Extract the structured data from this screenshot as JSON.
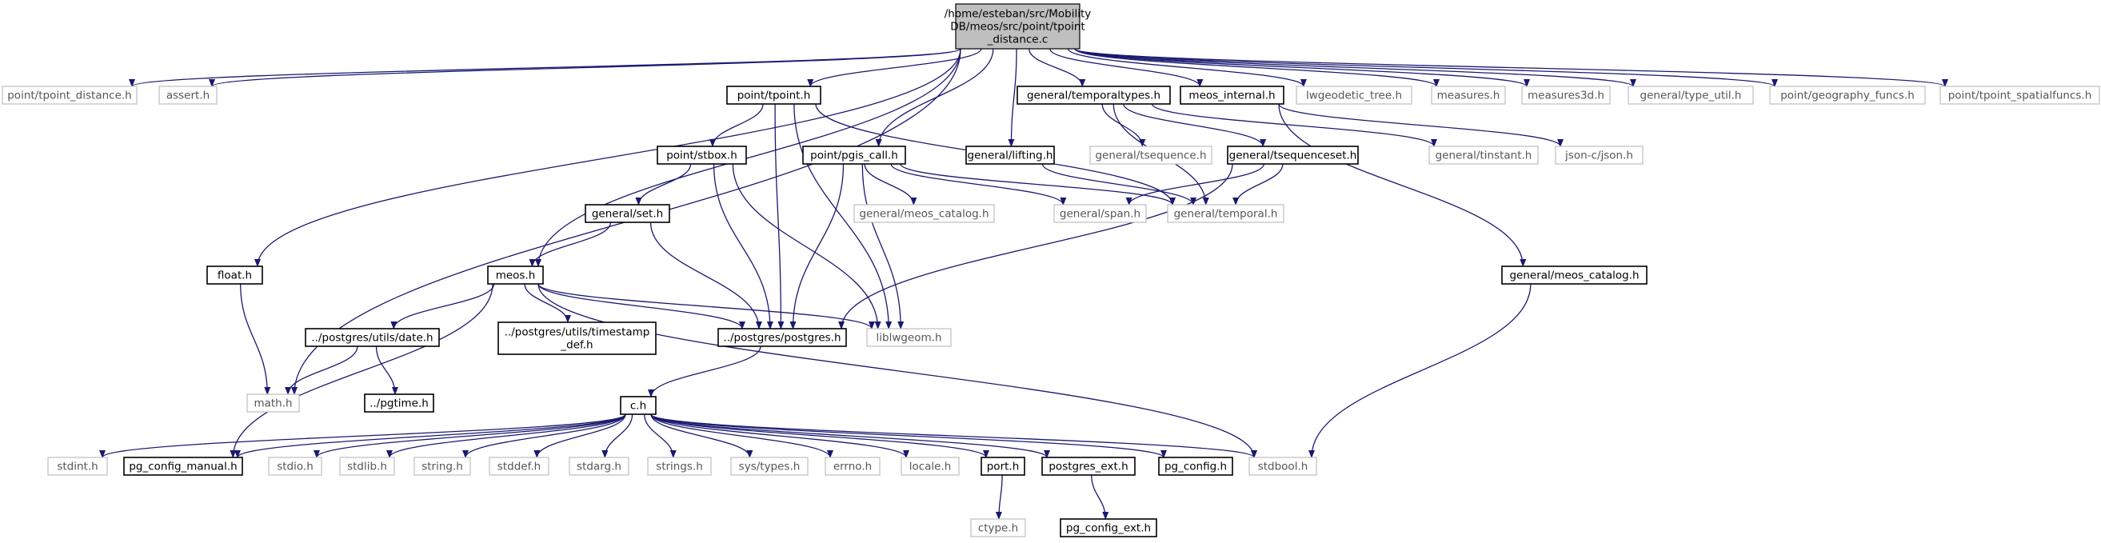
{
  "graph": {
    "nodes": [
      {
        "id": "root",
        "lines": [
          "/home/esteban/src/Mobility",
          "DB/meos/src/point/tpoint",
          "_distance.c"
        ],
        "style": "root"
      },
      {
        "id": "tpoint_distance_h",
        "lines": [
          "point/tpoint_distance.h"
        ],
        "style": "missing"
      },
      {
        "id": "assert_h",
        "lines": [
          "assert.h"
        ],
        "style": "missing"
      },
      {
        "id": "tpoint_h",
        "lines": [
          "point/tpoint.h"
        ],
        "style": "normal"
      },
      {
        "id": "temporaltypes_h",
        "lines": [
          "general/temporaltypes.h"
        ],
        "style": "normal"
      },
      {
        "id": "meos_internal_h",
        "lines": [
          "meos_internal.h"
        ],
        "style": "normal"
      },
      {
        "id": "lwgeodetic_tree_h",
        "lines": [
          "lwgeodetic_tree.h"
        ],
        "style": "missing"
      },
      {
        "id": "measures_h",
        "lines": [
          "measures.h"
        ],
        "style": "missing"
      },
      {
        "id": "measures3d_h",
        "lines": [
          "measures3d.h"
        ],
        "style": "missing"
      },
      {
        "id": "type_util_h",
        "lines": [
          "general/type_util.h"
        ],
        "style": "missing"
      },
      {
        "id": "geography_funcs_h",
        "lines": [
          "point/geography_funcs.h"
        ],
        "style": "missing"
      },
      {
        "id": "tpoint_spatialfuncs_h",
        "lines": [
          "point/tpoint_spatialfuncs.h"
        ],
        "style": "missing"
      },
      {
        "id": "stbox_h",
        "lines": [
          "point/stbox.h"
        ],
        "style": "normal"
      },
      {
        "id": "pgis_call_h",
        "lines": [
          "point/pgis_call.h"
        ],
        "style": "normal"
      },
      {
        "id": "lifting_h",
        "lines": [
          "general/lifting.h"
        ],
        "style": "normal"
      },
      {
        "id": "tsequence_h",
        "lines": [
          "general/tsequence.h"
        ],
        "style": "missing"
      },
      {
        "id": "tsequenceset_h",
        "lines": [
          "general/tsequenceset.h"
        ],
        "style": "normal"
      },
      {
        "id": "tinstant_h",
        "lines": [
          "general/tinstant.h"
        ],
        "style": "missing"
      },
      {
        "id": "json_h",
        "lines": [
          "json-c/json.h"
        ],
        "style": "missing"
      },
      {
        "id": "set_h",
        "lines": [
          "general/set.h"
        ],
        "style": "normal"
      },
      {
        "id": "meos_catalog_h_gray",
        "lines": [
          "general/meos_catalog.h"
        ],
        "style": "missing"
      },
      {
        "id": "span_h",
        "lines": [
          "general/span.h"
        ],
        "style": "missing"
      },
      {
        "id": "temporal_h",
        "lines": [
          "general/temporal.h"
        ],
        "style": "missing"
      },
      {
        "id": "float_h",
        "lines": [
          "float.h"
        ],
        "style": "normal"
      },
      {
        "id": "meos_h",
        "lines": [
          "meos.h"
        ],
        "style": "normal"
      },
      {
        "id": "meos_catalog_h",
        "lines": [
          "general/meos_catalog.h"
        ],
        "style": "normal"
      },
      {
        "id": "date_h",
        "lines": [
          "../postgres/utils/date.h"
        ],
        "style": "normal"
      },
      {
        "id": "timestamp_def_h",
        "lines": [
          "../postgres/utils/timestamp",
          "_def.h"
        ],
        "style": "normal"
      },
      {
        "id": "postgres_h",
        "lines": [
          "../postgres/postgres.h"
        ],
        "style": "normal"
      },
      {
        "id": "liblwgeom_h",
        "lines": [
          "liblwgeom.h"
        ],
        "style": "missing"
      },
      {
        "id": "math_h",
        "lines": [
          "math.h"
        ],
        "style": "missing"
      },
      {
        "id": "pgtime_h",
        "lines": [
          "../pgtime.h"
        ],
        "style": "normal"
      },
      {
        "id": "c_h",
        "lines": [
          "c.h"
        ],
        "style": "normal"
      },
      {
        "id": "stdint_h",
        "lines": [
          "stdint.h"
        ],
        "style": "missing"
      },
      {
        "id": "pg_config_manual_h",
        "lines": [
          "pg_config_manual.h"
        ],
        "style": "normal"
      },
      {
        "id": "stdio_h",
        "lines": [
          "stdio.h"
        ],
        "style": "missing"
      },
      {
        "id": "stdlib_h",
        "lines": [
          "stdlib.h"
        ],
        "style": "missing"
      },
      {
        "id": "string_h",
        "lines": [
          "string.h"
        ],
        "style": "missing"
      },
      {
        "id": "stddef_h",
        "lines": [
          "stddef.h"
        ],
        "style": "missing"
      },
      {
        "id": "stdarg_h",
        "lines": [
          "stdarg.h"
        ],
        "style": "missing"
      },
      {
        "id": "strings_h",
        "lines": [
          "strings.h"
        ],
        "style": "missing"
      },
      {
        "id": "sys_types_h",
        "lines": [
          "sys/types.h"
        ],
        "style": "missing"
      },
      {
        "id": "errno_h",
        "lines": [
          "errno.h"
        ],
        "style": "missing"
      },
      {
        "id": "locale_h",
        "lines": [
          "locale.h"
        ],
        "style": "missing"
      },
      {
        "id": "port_h",
        "lines": [
          "port.h"
        ],
        "style": "normal"
      },
      {
        "id": "postgres_ext_h",
        "lines": [
          "postgres_ext.h"
        ],
        "style": "normal"
      },
      {
        "id": "pg_config_h",
        "lines": [
          "pg_config.h"
        ],
        "style": "normal"
      },
      {
        "id": "stdbool_h",
        "lines": [
          "stdbool.h"
        ],
        "style": "missing"
      },
      {
        "id": "ctype_h",
        "lines": [
          "ctype.h"
        ],
        "style": "missing"
      },
      {
        "id": "pg_config_ext_h",
        "lines": [
          "pg_config_ext.h"
        ],
        "style": "normal"
      }
    ],
    "edges": [
      [
        "root",
        "tpoint_distance_h"
      ],
      [
        "root",
        "assert_h"
      ],
      [
        "root",
        "float_h"
      ],
      [
        "root",
        "math_h"
      ],
      [
        "root",
        "meos_h"
      ],
      [
        "root",
        "tpoint_h"
      ],
      [
        "root",
        "pgis_call_h"
      ],
      [
        "root",
        "lifting_h"
      ],
      [
        "root",
        "temporaltypes_h"
      ],
      [
        "root",
        "meos_internal_h"
      ],
      [
        "root",
        "lwgeodetic_tree_h"
      ],
      [
        "root",
        "measures_h"
      ],
      [
        "root",
        "measures3d_h"
      ],
      [
        "root",
        "type_util_h"
      ],
      [
        "root",
        "geography_funcs_h"
      ],
      [
        "root",
        "tpoint_spatialfuncs_h"
      ],
      [
        "tpoint_h",
        "stbox_h"
      ],
      [
        "tpoint_h",
        "postgres_h"
      ],
      [
        "tpoint_h",
        "liblwgeom_h"
      ],
      [
        "tpoint_h",
        "temporal_h"
      ],
      [
        "temporaltypes_h",
        "tsequence_h"
      ],
      [
        "temporaltypes_h",
        "tsequenceset_h"
      ],
      [
        "temporaltypes_h",
        "tinstant_h"
      ],
      [
        "temporaltypes_h",
        "temporal_h"
      ],
      [
        "meos_internal_h",
        "json_h"
      ],
      [
        "meos_internal_h",
        "meos_catalog_h"
      ],
      [
        "stbox_h",
        "set_h"
      ],
      [
        "stbox_h",
        "postgres_h"
      ],
      [
        "stbox_h",
        "liblwgeom_h"
      ],
      [
        "pgis_call_h",
        "meos_catalog_h_gray"
      ],
      [
        "pgis_call_h",
        "span_h"
      ],
      [
        "pgis_call_h",
        "temporal_h"
      ],
      [
        "pgis_call_h",
        "postgres_h"
      ],
      [
        "pgis_call_h",
        "liblwgeom_h"
      ],
      [
        "lifting_h",
        "temporal_h"
      ],
      [
        "tsequenceset_h",
        "span_h"
      ],
      [
        "tsequenceset_h",
        "temporal_h"
      ],
      [
        "tsequenceset_h",
        "postgres_h"
      ],
      [
        "set_h",
        "meos_h"
      ],
      [
        "set_h",
        "postgres_h"
      ],
      [
        "float_h",
        "math_h"
      ],
      [
        "meos_h",
        "date_h"
      ],
      [
        "meos_h",
        "timestamp_def_h"
      ],
      [
        "meos_h",
        "postgres_h"
      ],
      [
        "meos_h",
        "liblwgeom_h"
      ],
      [
        "meos_h",
        "pg_config_manual_h"
      ],
      [
        "meos_h",
        "stdbool_h"
      ],
      [
        "meos_catalog_h",
        "stdbool_h"
      ],
      [
        "date_h",
        "math_h"
      ],
      [
        "date_h",
        "pgtime_h"
      ],
      [
        "postgres_h",
        "c_h"
      ],
      [
        "c_h",
        "stdint_h"
      ],
      [
        "c_h",
        "pg_config_manual_h"
      ],
      [
        "c_h",
        "stdio_h"
      ],
      [
        "c_h",
        "stdlib_h"
      ],
      [
        "c_h",
        "string_h"
      ],
      [
        "c_h",
        "stddef_h"
      ],
      [
        "c_h",
        "stdarg_h"
      ],
      [
        "c_h",
        "strings_h"
      ],
      [
        "c_h",
        "sys_types_h"
      ],
      [
        "c_h",
        "errno_h"
      ],
      [
        "c_h",
        "locale_h"
      ],
      [
        "c_h",
        "port_h"
      ],
      [
        "c_h",
        "postgres_ext_h"
      ],
      [
        "c_h",
        "pg_config_h"
      ],
      [
        "c_h",
        "stdbool_h"
      ],
      [
        "port_h",
        "ctype_h"
      ],
      [
        "postgres_ext_h",
        "pg_config_ext_h"
      ]
    ],
    "colors": {
      "edge": "#191970",
      "node_border": "#000000",
      "missing_border": "#bfbfbf",
      "root_fill": "#bfbfbf",
      "text": "#000000",
      "missing_text": "#555555"
    }
  }
}
